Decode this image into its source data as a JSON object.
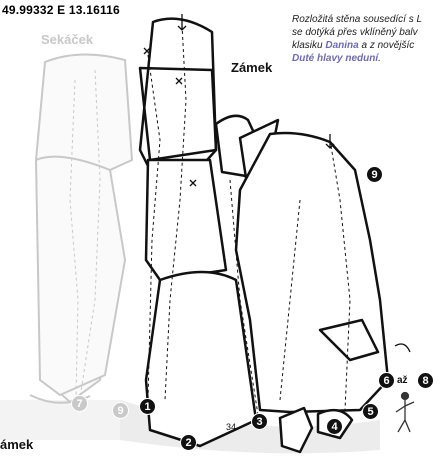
{
  "header": {
    "coordinates": "49.99332 E 13.16116"
  },
  "description": {
    "line1": "Rozložitá stěna sousedící s L",
    "line2": "se dotýká přes vklíněný balv",
    "line3_pre": "klasiku ",
    "line3_name": "Danina",
    "line3_post": " a z novějšíc",
    "line4_name": "Duté hlavy neduní",
    "line4_post": "."
  },
  "labels": {
    "zamek_top": "Zámek",
    "sekacek": "Sekáček",
    "zamek_bottom": "ámek",
    "number_34": "34.",
    "range_separator": "až"
  },
  "routes": [
    {
      "number": "1",
      "style": "dark"
    },
    {
      "number": "2",
      "style": "dark"
    },
    {
      "number": "3",
      "style": "dark"
    },
    {
      "number": "4",
      "style": "dark"
    },
    {
      "number": "5",
      "style": "dark"
    },
    {
      "number": "6",
      "style": "dark"
    },
    {
      "number": "7",
      "style": "grey"
    },
    {
      "number": "8",
      "style": "dark"
    },
    {
      "number": "9",
      "style": "dark"
    },
    {
      "number": "9",
      "style": "grey"
    }
  ],
  "colors": {
    "highlight": "#6d6bb0",
    "badge_dark": "#111111",
    "badge_grey": "#c9c9c9",
    "faded_rock": "#c8c8c8"
  },
  "icons": [
    "climber-icon"
  ]
}
